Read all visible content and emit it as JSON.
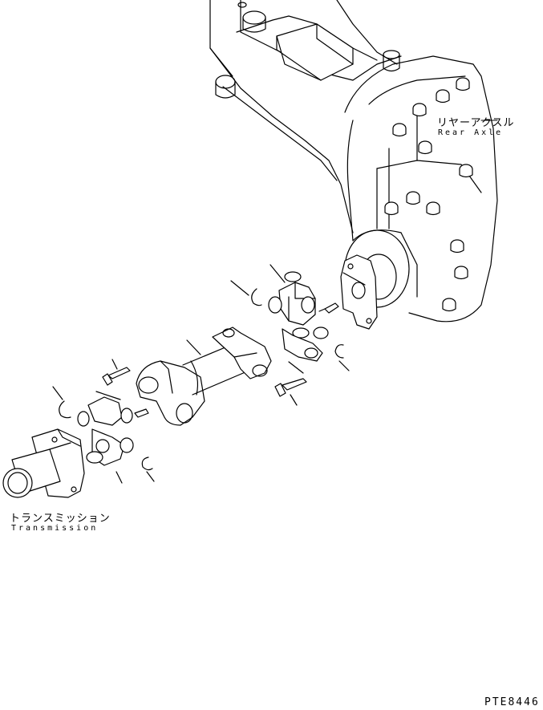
{
  "labels": {
    "rear_axle_jp": "リヤーアクスル",
    "rear_axle_en": "Rear Axle",
    "transmission_jp": "トランスミッション",
    "transmission_en": "Transmission",
    "drawing_code": "PTE8446"
  },
  "colors": {
    "line": "#000000",
    "background": "#ffffff"
  }
}
